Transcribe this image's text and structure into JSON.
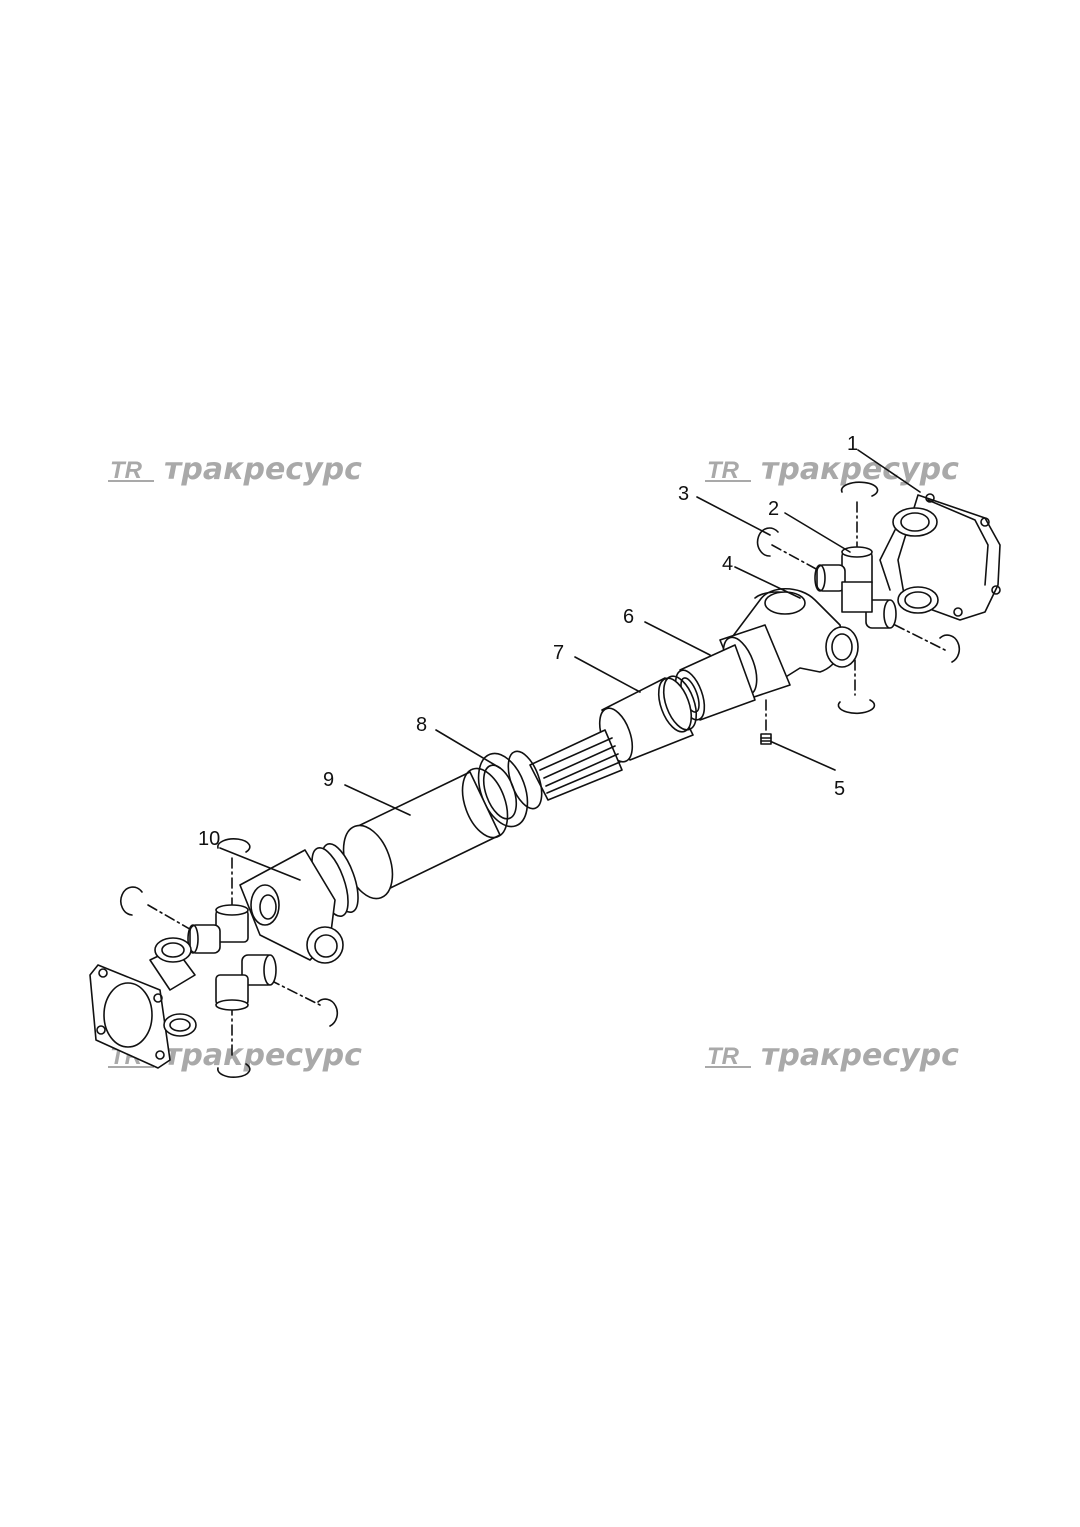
{
  "watermark": {
    "text": "тракресурс",
    "logo_text": "TR",
    "color": "#a9a9a9"
  },
  "callouts": [
    "1",
    "2",
    "3",
    "4",
    "5",
    "6",
    "7",
    "8",
    "9",
    "10"
  ],
  "colors": {
    "line": "#111111",
    "background": "#ffffff"
  }
}
